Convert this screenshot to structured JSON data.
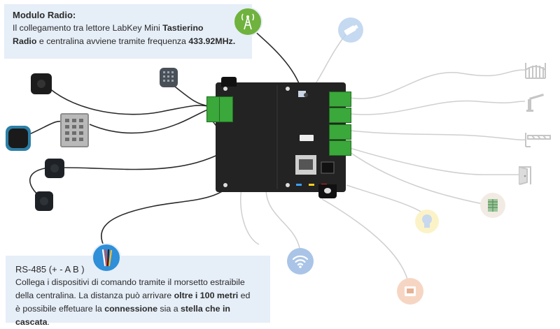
{
  "radio_box": {
    "title": "Modulo Radio:",
    "line1": "Il collegamento tra lettore LabKey Mini ",
    "line1_bold": "Tastierino",
    "line2_bold": "Radio",
    "line2": " e centralina avviene tramite frequenza ",
    "line2_freq": "433.92MHz."
  },
  "rs485_box": {
    "title": "RS-485 (+ - A B )",
    "line1": "Collega i dispositivi di comando tramite il morsetto estraibile",
    "line2a": "della centralina. La distanza può arrivare ",
    "line2_bold": "oltre i 100 metri",
    "line2b": " ed",
    "line3a": "è possibile effetuare la ",
    "line3_bold1": "connessione",
    "line3b": " sia a ",
    "line3_bold2": "stella che in cascata",
    "line3c": "."
  },
  "colors": {
    "box_bg": "#e6eef8",
    "board": "#232323",
    "terminal_green": "#3aa83a",
    "wire": "#2a2a2a",
    "wire_light": "#cfcfcf",
    "radio_icon_bg": "#6fb23d",
    "cable_icon_bg": "#2f8fd8",
    "wifi_icon_bg": "#a9c4e6",
    "usb_icon_bg": "#bcd3ef"
  },
  "icons": {
    "radio_tower": "radio-tower-icon",
    "cable": "rs485-cable-icon",
    "usb_stick": "usb-stick-icon",
    "wifi": "wifi-icon",
    "gate": "gate-icon",
    "barrier": "barrier-icon",
    "turnstile": "boom-barrier-icon",
    "door": "door-icon",
    "board": "io-board-icon",
    "bulb": "light-bulb-icon",
    "ethernet": "ethernet-port-icon"
  }
}
